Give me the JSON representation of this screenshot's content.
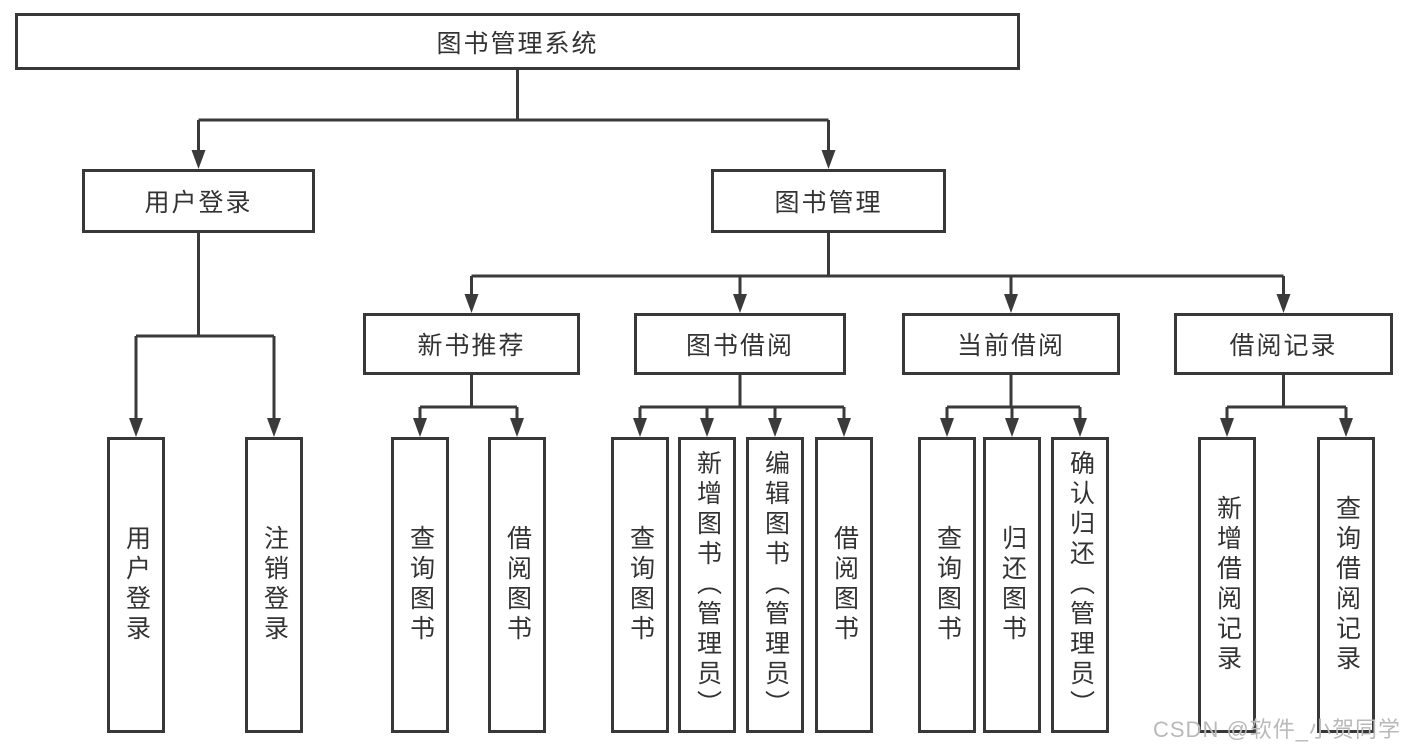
{
  "tree": {
    "root": {
      "label": "图书管理系统"
    },
    "children": [
      {
        "label": "用户登录",
        "children": [
          {
            "label": "用户登录"
          },
          {
            "label": "注销登录"
          }
        ]
      },
      {
        "label": "图书管理",
        "children": [
          {
            "label": "新书推荐",
            "children": [
              {
                "label": "查询图书"
              },
              {
                "label": "借阅图书"
              }
            ]
          },
          {
            "label": "图书借阅",
            "children": [
              {
                "label": "查询图书"
              },
              {
                "label": "新增图书（管理员）"
              },
              {
                "label": "编辑图书（管理员）"
              },
              {
                "label": "借阅图书"
              }
            ]
          },
          {
            "label": "当前借阅",
            "children": [
              {
                "label": "查询图书"
              },
              {
                "label": "归还图书"
              },
              {
                "label": "确认归还（管理员）"
              }
            ]
          },
          {
            "label": "借阅记录",
            "children": [
              {
                "label": "新增借阅记录"
              },
              {
                "label": "查询借阅记录"
              }
            ]
          }
        ]
      }
    ]
  },
  "watermark": {
    "text": "CSDN @软件_小贺同学"
  },
  "colors": {
    "line": "#3a3a3a",
    "box_border": "#383838",
    "text": "#333333",
    "watermark": "#b9b9b9",
    "background": "#ffffff"
  }
}
